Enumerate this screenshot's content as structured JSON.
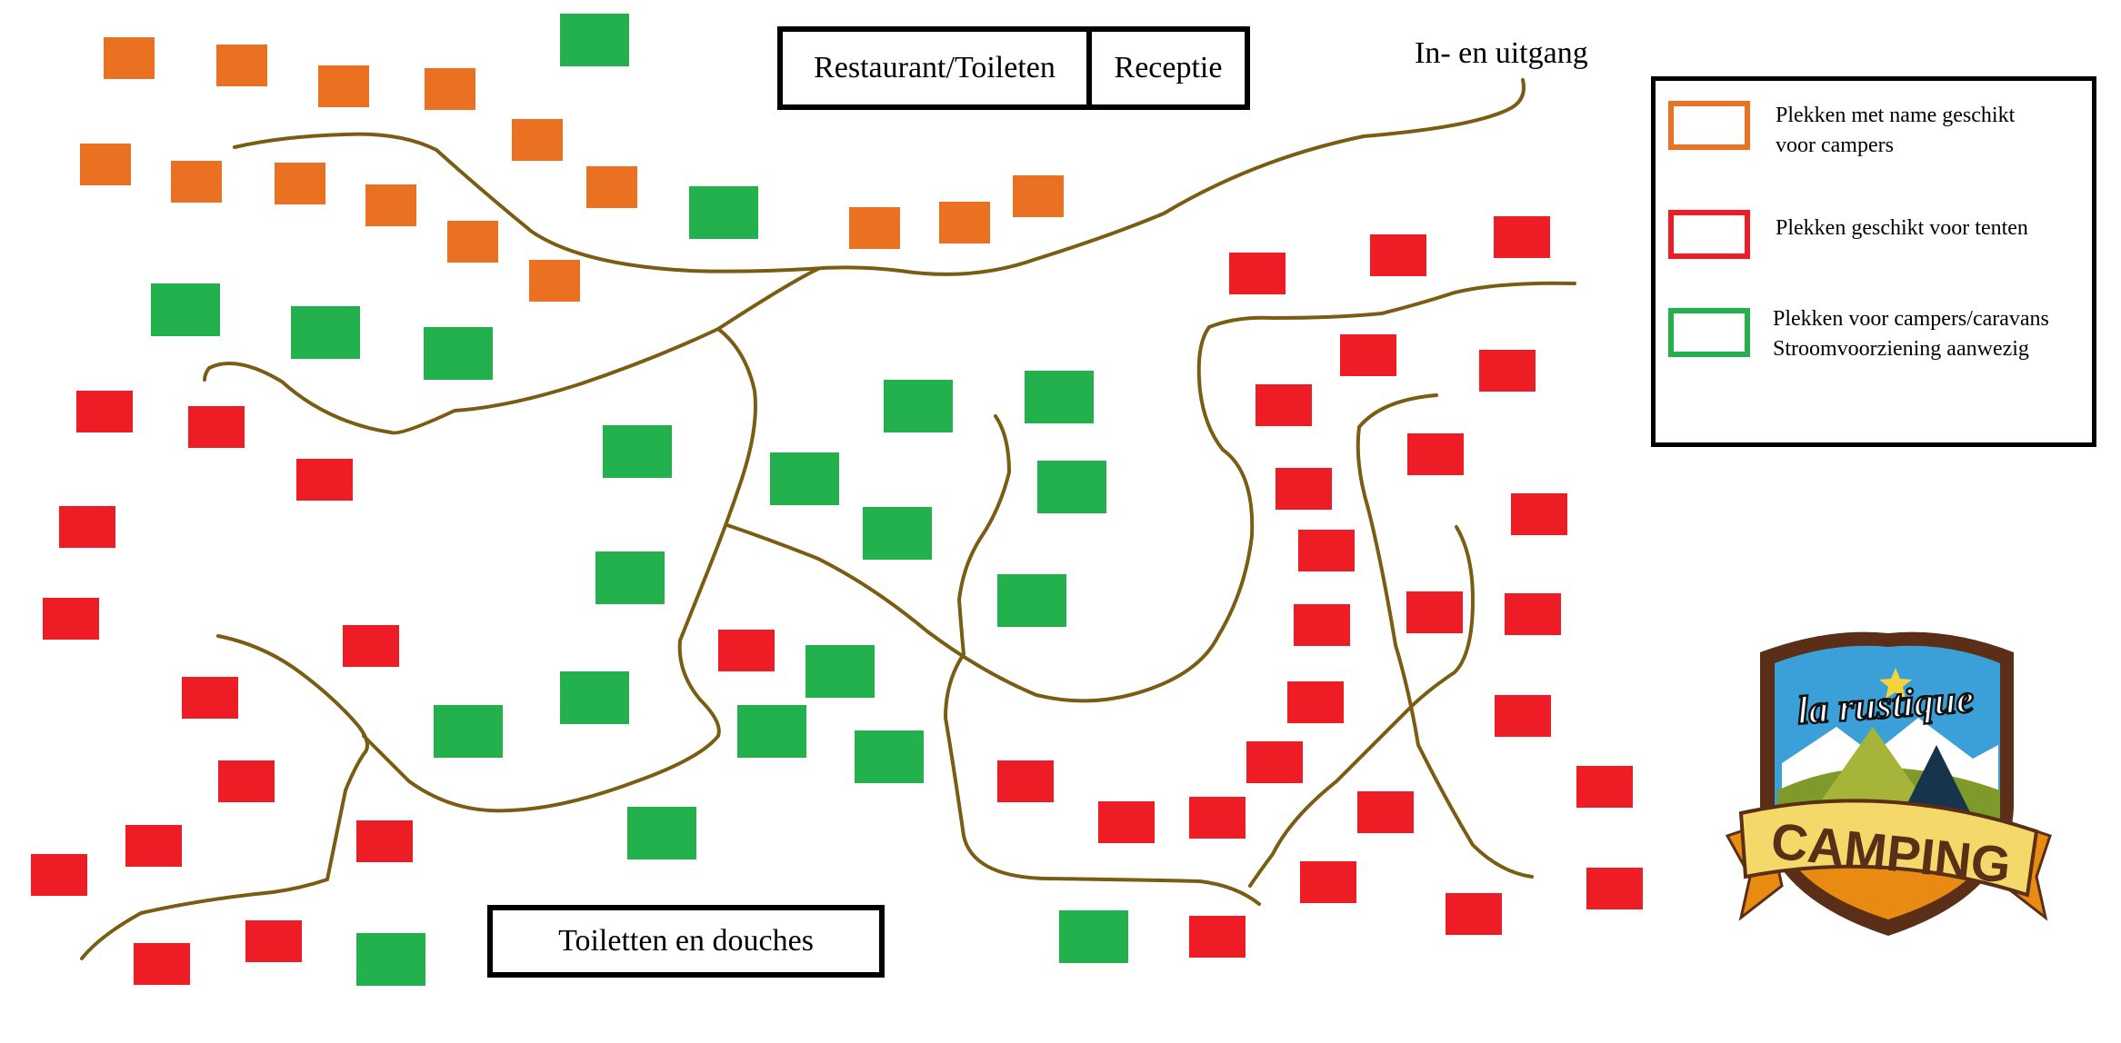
{
  "colors": {
    "camper": "#ea7121",
    "tent": "#ee1c25",
    "power": "#22b14c",
    "path": "#7a5c12"
  },
  "buildings": {
    "restaurant": "Restaurant/Toileten",
    "reception": "Receptie",
    "toilets": "Toiletten en douches"
  },
  "entrance": "In- en uitgang",
  "legend": {
    "camper": {
      "line1": "Plekken met name geschikt",
      "line2": "voor campers"
    },
    "tent": {
      "line1": "Plekken geschikt voor tenten",
      "line2": ""
    },
    "power": {
      "line1": "Plekken voor campers/caravans",
      "line2": "Stroomvoorziening aanwezig"
    }
  },
  "logo": {
    "script": "la rustique",
    "banner": "CAMPING"
  }
}
